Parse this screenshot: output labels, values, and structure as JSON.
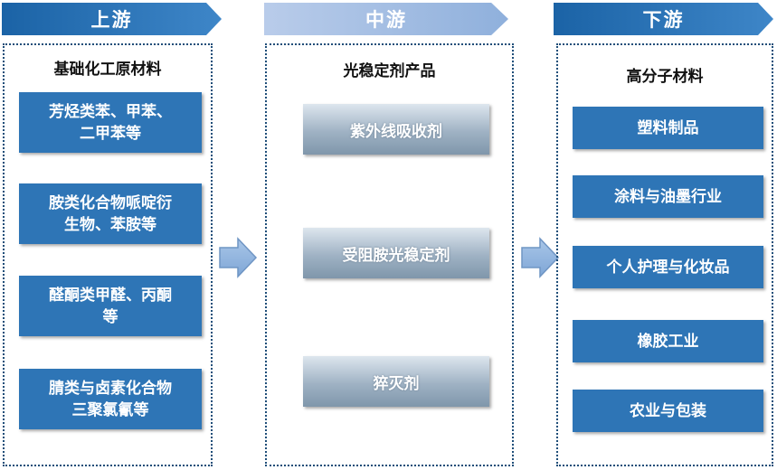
{
  "upstream": {
    "header": "上游",
    "title": "基础化工原材料",
    "items": [
      {
        "line1": "芳烃类苯、甲苯、",
        "line2": "二甲苯等"
      },
      {
        "line1": "胺类化合物哌啶衍",
        "line2": "生物、苯胺等"
      },
      {
        "line1": "醛酮类甲醛、丙酮",
        "line2": "等"
      },
      {
        "line1": "腈类与卤素化合物",
        "line2": "三聚氯氰等"
      }
    ]
  },
  "midstream": {
    "header": "中游",
    "title": "光稳定剂产品",
    "items": [
      "紫外线吸收剂",
      "受阻胺光稳定剂",
      "猝灭剂"
    ]
  },
  "downstream": {
    "header": "下游",
    "title": "高分子材料",
    "items": [
      "塑料制品",
      "涂料与油墨行业",
      "个人护理与化妆品",
      "橡胶工业",
      "农业与包装"
    ]
  },
  "colors": {
    "accent_blue": "#2e75b6",
    "header_blue": "#1b63a6",
    "mid_header": "#a9bfe3",
    "arrow_fill": "#8fb3dc"
  }
}
